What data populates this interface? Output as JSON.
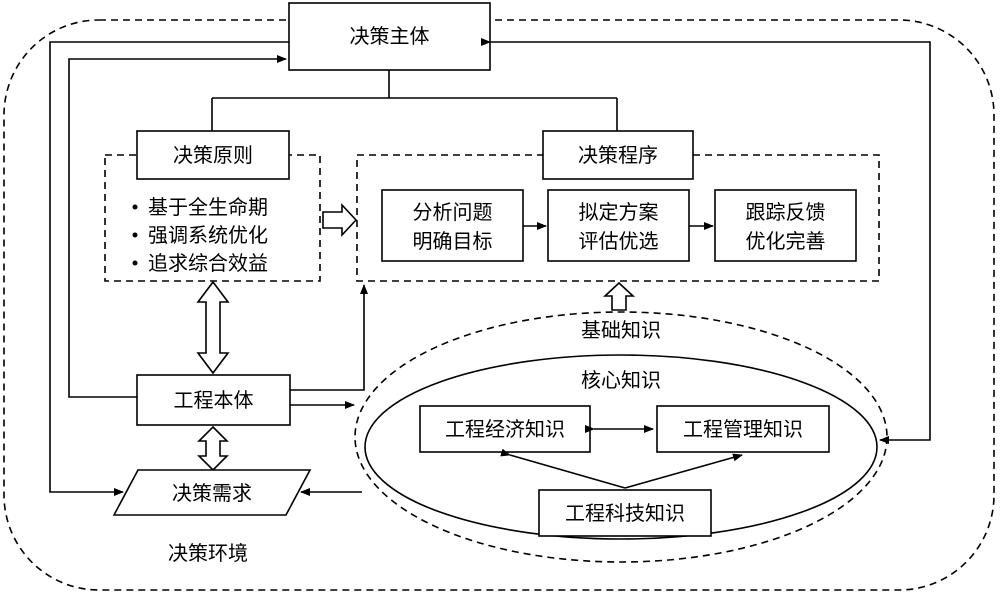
{
  "nodes": {
    "decision_subject": "决策主体",
    "decision_principle": "决策原则",
    "principle_items": [
      "基于全生命期",
      "强调系统优化",
      "追求综合效益"
    ],
    "decision_procedure": "决策程序",
    "step1": [
      "分析问题",
      "明确目标"
    ],
    "step2": [
      "拟定方案",
      "评估优选"
    ],
    "step3": [
      "跟踪反馈",
      "优化完善"
    ],
    "basic_knowledge": "基础知识",
    "core_knowledge": "核心知识",
    "eng_economy": "工程经济知识",
    "eng_management": "工程管理知识",
    "eng_technology": "工程科技知识",
    "eng_ontology": "工程本体",
    "decision_demand": "决策需求",
    "decision_environment": "决策环境"
  }
}
